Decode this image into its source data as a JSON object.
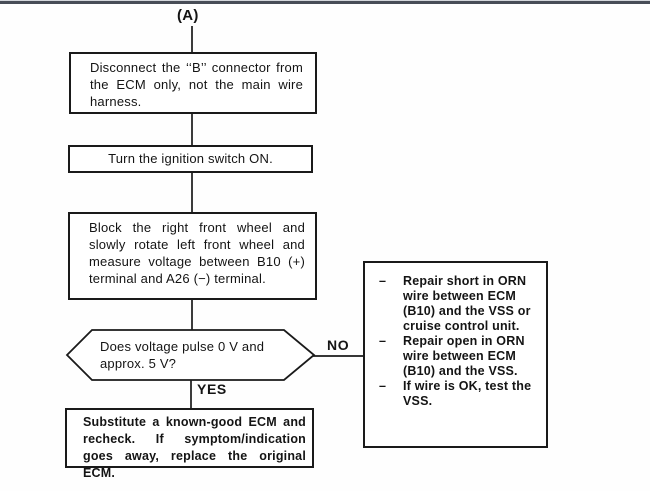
{
  "page": {
    "background": "#ffffff",
    "top_rule_color": "#484d57",
    "line_color": "#1a1a1a"
  },
  "flow": {
    "entry_label": "(A)",
    "steps": {
      "disconnect": "Disconnect the ‘‘B’’ connector from the ECM only, not the main wire harness.",
      "ignition": "Turn the ignition switch ON.",
      "measure": "Block the right front wheel and slowly rotate left front wheel and measure voltage between B10 (+) terminal and A26 (−) terminal."
    },
    "decision": {
      "question": "Does voltage pulse 0 V and approx. 5 V?",
      "yes_label": "YES",
      "no_label": "NO"
    },
    "yes_result": "Substitute a known-good ECM and recheck. If symptom/indication goes away, replace the original ECM.",
    "no_result": {
      "bullet": "–",
      "items": [
        "Repair short in ORN wire between ECM (B10) and the VSS or cruise control unit.",
        "Repair open in ORN wire between ECM (B10) and the VSS.",
        "If wire is OK, test the VSS."
      ]
    }
  }
}
